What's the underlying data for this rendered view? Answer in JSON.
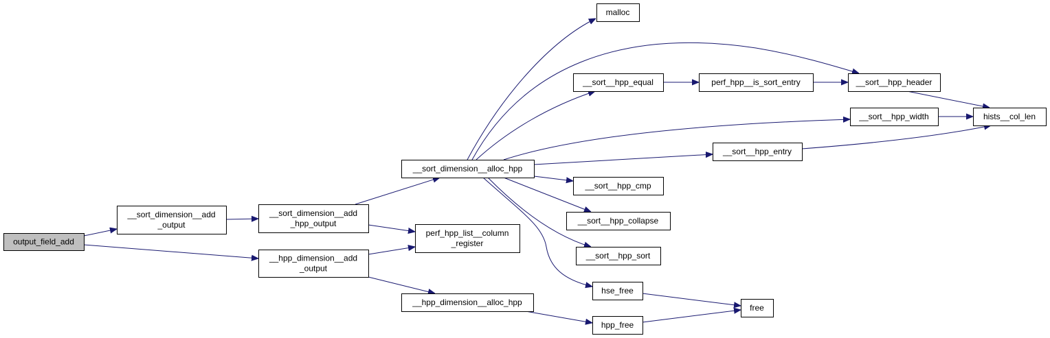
{
  "diagram": {
    "type": "call-graph",
    "colors": {
      "edge": "#191970",
      "root_fill": "#bfbfbf",
      "node_fill": "#ffffff",
      "node_border": "#000000"
    },
    "nodes": {
      "output_field_add": {
        "lines": [
          "output_field_add"
        ]
      },
      "sort_dim_add_output": {
        "lines": [
          "__sort_dimension__add",
          "_output"
        ]
      },
      "sort_dim_add_hpp_output": {
        "lines": [
          "__sort_dimension__add",
          "_hpp_output"
        ]
      },
      "hpp_dim_add_output": {
        "lines": [
          "__hpp_dimension__add",
          "_output"
        ]
      },
      "sort_dim_alloc_hpp": {
        "lines": [
          "__sort_dimension__alloc_hpp"
        ]
      },
      "perf_hpp_list_column_register": {
        "lines": [
          "perf_hpp_list__column",
          "_register"
        ]
      },
      "hpp_dim_alloc_hpp": {
        "lines": [
          "__hpp_dimension__alloc_hpp"
        ]
      },
      "malloc": {
        "lines": [
          "malloc"
        ]
      },
      "sort_hpp_equal": {
        "lines": [
          "__sort__hpp_equal"
        ]
      },
      "perf_hpp_is_sort_entry": {
        "lines": [
          "perf_hpp__is_sort_entry"
        ]
      },
      "sort_hpp_header": {
        "lines": [
          "__sort__hpp_header"
        ]
      },
      "sort_hpp_width": {
        "lines": [
          "__sort__hpp_width"
        ]
      },
      "hists_col_len": {
        "lines": [
          "hists__col_len"
        ]
      },
      "sort_hpp_entry": {
        "lines": [
          "__sort__hpp_entry"
        ]
      },
      "sort_hpp_cmp": {
        "lines": [
          "__sort__hpp_cmp"
        ]
      },
      "sort_hpp_collapse": {
        "lines": [
          "__sort__hpp_collapse"
        ]
      },
      "sort_hpp_sort": {
        "lines": [
          "__sort__hpp_sort"
        ]
      },
      "hse_free": {
        "lines": [
          "hse_free"
        ]
      },
      "free": {
        "lines": [
          "free"
        ]
      },
      "hpp_free": {
        "lines": [
          "hpp_free"
        ]
      }
    },
    "edges": [
      [
        "output_field_add",
        "sort_dim_add_output"
      ],
      [
        "output_field_add",
        "hpp_dim_add_output"
      ],
      [
        "sort_dim_add_output",
        "sort_dim_add_hpp_output"
      ],
      [
        "sort_dim_add_hpp_output",
        "sort_dim_alloc_hpp"
      ],
      [
        "sort_dim_add_hpp_output",
        "perf_hpp_list_column_register"
      ],
      [
        "hpp_dim_add_output",
        "perf_hpp_list_column_register"
      ],
      [
        "hpp_dim_add_output",
        "hpp_dim_alloc_hpp"
      ],
      [
        "sort_dim_alloc_hpp",
        "malloc"
      ],
      [
        "sort_dim_alloc_hpp",
        "sort_hpp_header"
      ],
      [
        "sort_dim_alloc_hpp",
        "sort_hpp_equal"
      ],
      [
        "sort_dim_alloc_hpp",
        "sort_hpp_width"
      ],
      [
        "sort_dim_alloc_hpp",
        "sort_hpp_entry"
      ],
      [
        "sort_dim_alloc_hpp",
        "sort_hpp_cmp"
      ],
      [
        "sort_dim_alloc_hpp",
        "sort_hpp_collapse"
      ],
      [
        "sort_dim_alloc_hpp",
        "sort_hpp_sort"
      ],
      [
        "sort_dim_alloc_hpp",
        "hse_free"
      ],
      [
        "sort_hpp_equal",
        "perf_hpp_is_sort_entry"
      ],
      [
        "perf_hpp_is_sort_entry",
        "sort_hpp_header"
      ],
      [
        "sort_hpp_header",
        "hists_col_len"
      ],
      [
        "sort_hpp_width",
        "hists_col_len"
      ],
      [
        "sort_hpp_entry",
        "hists_col_len"
      ],
      [
        "hse_free",
        "free"
      ],
      [
        "hpp_dim_alloc_hpp",
        "hpp_free"
      ],
      [
        "hpp_free",
        "free"
      ]
    ]
  }
}
